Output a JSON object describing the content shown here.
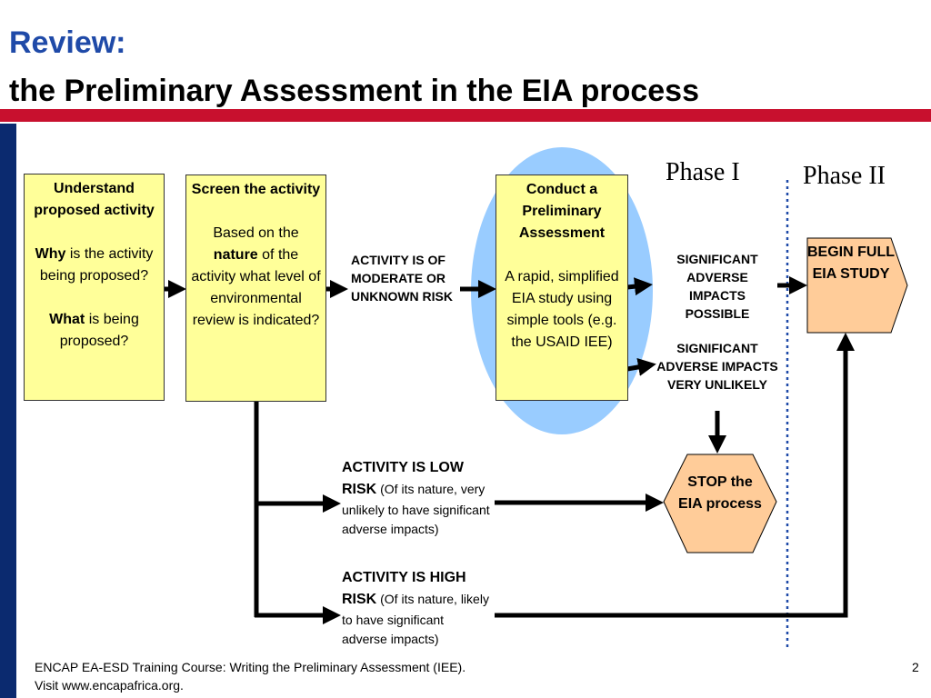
{
  "title": {
    "line1": "Review:",
    "line2": "the Preliminary Assessment in the EIA process"
  },
  "phases": {
    "phase1": "Phase I",
    "phase2": "Phase II"
  },
  "boxes": {
    "understand": {
      "heading": "Understand proposed activity",
      "why_bold": "Why",
      "why_rest": " is the activity being proposed?",
      "what_bold": "What",
      "what_rest": " is being proposed?"
    },
    "screen": {
      "heading": "Screen the activity",
      "pre": "Based on the ",
      "nature": "nature",
      "post": " of the activity what level of environmental review is indicated?"
    },
    "conduct": {
      "heading": "Conduct a Preliminary Assessment",
      "body": "A rapid, simplified EIA study using simple tools (e.g. the USAID IEE)"
    },
    "begin": "BEGIN FULL EIA STUDY",
    "stop": "STOP the EIA process"
  },
  "labels": {
    "moderate": "ACTIVITY IS OF MODERATE OR UNKNOWN RISK",
    "sig_possible": "SIGNIFICANT ADVERSE IMPACTS POSSIBLE",
    "sig_unlikely": "SIGNIFICANT ADVERSE IMPACTS VERY UNLIKELY",
    "low_bold": "ACTIVITY IS LOW RISK",
    "low_rest": " (Of its nature, very unlikely to have significant  adverse impacts)",
    "high_bold": "ACTIVITY IS HIGH RISK",
    "high_rest": " (Of its nature, likely to have significant adverse impacts)"
  },
  "footer": {
    "line1": "ENCAP EA-ESD Training Course: Writing the Preliminary Assessment (IEE).",
    "line2": "Visit www.encapafrica.org.",
    "page": "2"
  },
  "colors": {
    "title_blue": "#1f4aa8",
    "red_bar": "#c8102e",
    "side_bar": "#0b2a6f",
    "box_yellow": "#ffff99",
    "ellipse_blue": "#99ccff",
    "peach": "#ffcc99",
    "phase_divider": "#1f4aa8"
  }
}
